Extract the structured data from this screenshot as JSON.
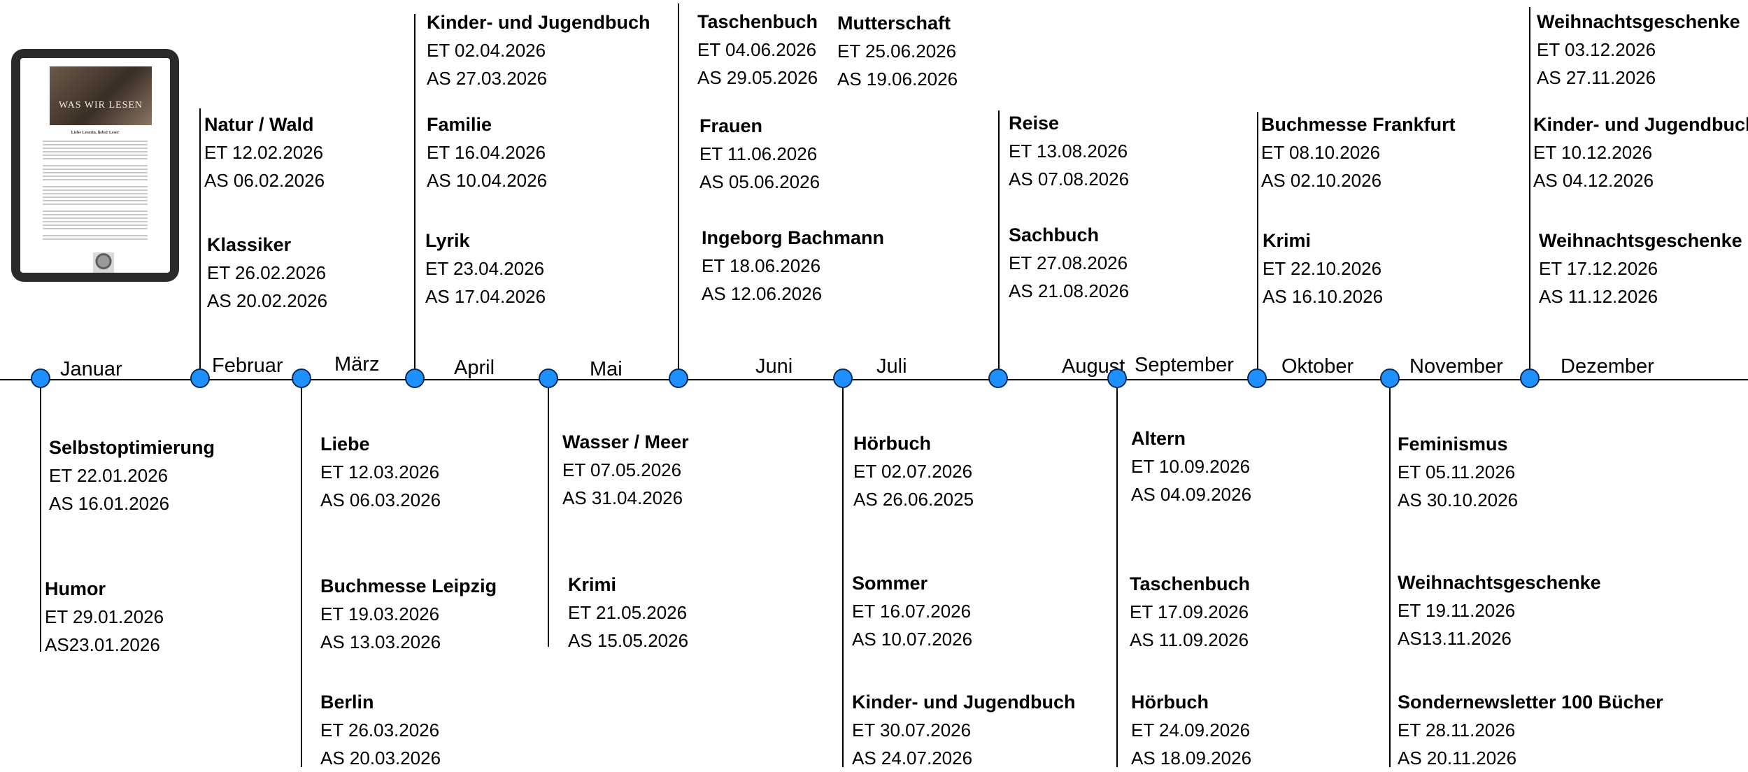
{
  "timeline": {
    "months": [
      {
        "name": "Januar"
      },
      {
        "name": "Februar"
      },
      {
        "name": "März"
      },
      {
        "name": "April"
      },
      {
        "name": "Mai"
      },
      {
        "name": "Juni"
      },
      {
        "name": "Juli"
      },
      {
        "name": "August"
      },
      {
        "name": "September"
      },
      {
        "name": "Oktober"
      },
      {
        "name": "November"
      },
      {
        "name": "Dezember"
      }
    ],
    "entries": [
      {
        "title": "Selbstoptimierung",
        "et": "ET 22.01.2026",
        "as": "AS 16.01.2026"
      },
      {
        "title": "Humor",
        "et": "ET 29.01.2026",
        "as": "AS23.01.2026"
      },
      {
        "title": "Natur / Wald",
        "et": "ET 12.02.2026",
        "as": "AS 06.02.2026"
      },
      {
        "title": "Klassiker",
        "et": "ET 26.02.2026",
        "as": "AS 20.02.2026"
      },
      {
        "title": "Liebe",
        "et": "ET 12.03.2026",
        "as": "AS 06.03.2026"
      },
      {
        "title": "Buchmesse Leipzig",
        "et": "ET 19.03.2026",
        "as": "AS 13.03.2026"
      },
      {
        "title": "Berlin",
        "et": "ET 26.03.2026",
        "as": "AS 20.03.2026"
      },
      {
        "title": "Kinder- und Jugendbuch",
        "et": "ET 02.04.2026",
        "as": "AS 27.03.2026"
      },
      {
        "title": "Familie",
        "et": "ET 16.04.2026",
        "as": "AS 10.04.2026"
      },
      {
        "title": "Lyrik",
        "et": "ET 23.04.2026",
        "as": "AS 17.04.2026"
      },
      {
        "title": "Wasser / Meer",
        "et": "ET 07.05.2026",
        "as": "AS 31.04.2026"
      },
      {
        "title": "Krimi",
        "et": "ET 21.05.2026",
        "as": "AS 15.05.2026"
      },
      {
        "title": "Taschenbuch",
        "et": "ET 04.06.2026",
        "as": "AS 29.05.2026"
      },
      {
        "title": "Frauen",
        "et": "ET 11.06.2026",
        "as": "AS 05.06.2026"
      },
      {
        "title": "Ingeborg Bachmann",
        "et": "ET 18.06.2026",
        "as": "AS 12.06.2026"
      },
      {
        "title": "Mutterschaft",
        "et": "ET 25.06.2026",
        "as": "AS 19.06.2026"
      },
      {
        "title": "Hörbuch",
        "et": "ET 02.07.2026",
        "as": "AS 26.06.2025"
      },
      {
        "title": "Sommer",
        "et": "ET 16.07.2026",
        "as": "AS 10.07.2026"
      },
      {
        "title": "Kinder- und Jugendbuch",
        "et": "ET 30.07.2026",
        "as": "AS 24.07.2026"
      },
      {
        "title": "Reise",
        "et": "ET 13.08.2026",
        "as": "AS 07.08.2026"
      },
      {
        "title": "Sachbuch",
        "et": "ET 27.08.2026",
        "as": "AS 21.08.2026"
      },
      {
        "title": "Altern",
        "et": "ET 10.09.2026",
        "as": "AS 04.09.2026"
      },
      {
        "title": "Taschenbuch",
        "et": "ET 17.09.2026",
        "as": "AS 11.09.2026"
      },
      {
        "title": "Hörbuch",
        "et": "ET 24.09.2026",
        "as": "AS 18.09.2026"
      },
      {
        "title": "Buchmesse Frankfurt",
        "et": "ET 08.10.2026",
        "as": "AS 02.10.2026"
      },
      {
        "title": "Krimi",
        "et": "ET 22.10.2026",
        "as": "AS 16.10.2026"
      },
      {
        "title": "Feminismus",
        "et": "ET 05.11.2026",
        "as": "AS 30.10.2026"
      },
      {
        "title": "Weihnachtsgeschenke",
        "et": "ET 19.11.2026",
        "as": "AS13.11.2026"
      },
      {
        "title": "Sondernewsletter 100 Bücher",
        "et": "ET 28.11.2026",
        "as": "AS 20.11.2026"
      },
      {
        "title": "Weihnachtsgeschenke",
        "et": "ET 03.12.2026",
        "as": "AS 27.11.2026"
      },
      {
        "title": "Kinder- und Jugendbuch",
        "et": "ET 10.12.2026",
        "as": "AS 04.12.2026"
      },
      {
        "title": "Weihnachtsgeschenke",
        "et": "ET 17.12.2026",
        "as": "AS 11.12.2026"
      }
    ]
  },
  "tablet": {
    "hero_title": "WAS WIR LESEN",
    "headline": "Liebe Leserin, lieber Leser"
  },
  "colors": {
    "dot_fill": "#1e90ff",
    "dot_stroke": "#0a2a55",
    "line": "#000000"
  }
}
